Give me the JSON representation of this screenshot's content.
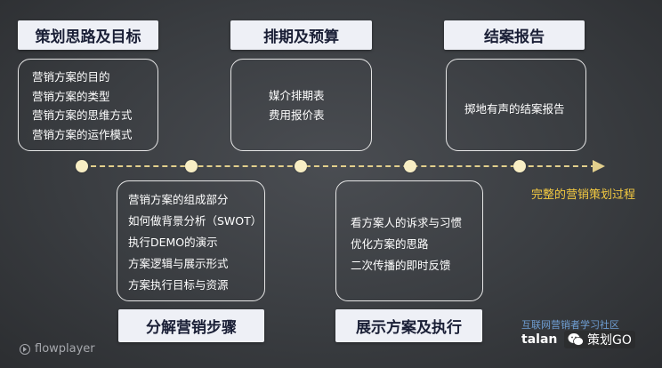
{
  "headers": {
    "strategy": "策划思路及目标",
    "schedule": "排期及预算",
    "report": "结案报告",
    "decompose": "分解营销步骤",
    "execute": "展示方案及执行"
  },
  "boxes": {
    "strategy": [
      "营销方案的目的",
      "营销方案的类型",
      "营销方案的思维方式",
      "营销方案的运作模式"
    ],
    "schedule": [
      "媒介排期表",
      "费用报价表"
    ],
    "report": [
      "掷地有声的结案报告"
    ],
    "decompose": [
      "营销方案的组成部分",
      "如何做背景分析（SWOT）",
      "执行DEMO的演示",
      "方案逻辑与展示形式",
      "方案执行目标与资源"
    ],
    "execute": [
      "看方案人的诉求与习惯",
      "优化方案的思路",
      "二次传播的即时反馈"
    ]
  },
  "timeline": {
    "end_label": "完整的营销策划过程",
    "colors": {
      "line": "#e2cf8c",
      "dot": "#f8eec4",
      "end_label": "#f3c941"
    }
  },
  "watermark": {
    "community": "互联网营销者学习社区",
    "site": "talan",
    "badge": "策划GO",
    "badge_icon": "wechat-icon",
    "player": "flowplayer",
    "player_icon": "play-circle-icon"
  }
}
